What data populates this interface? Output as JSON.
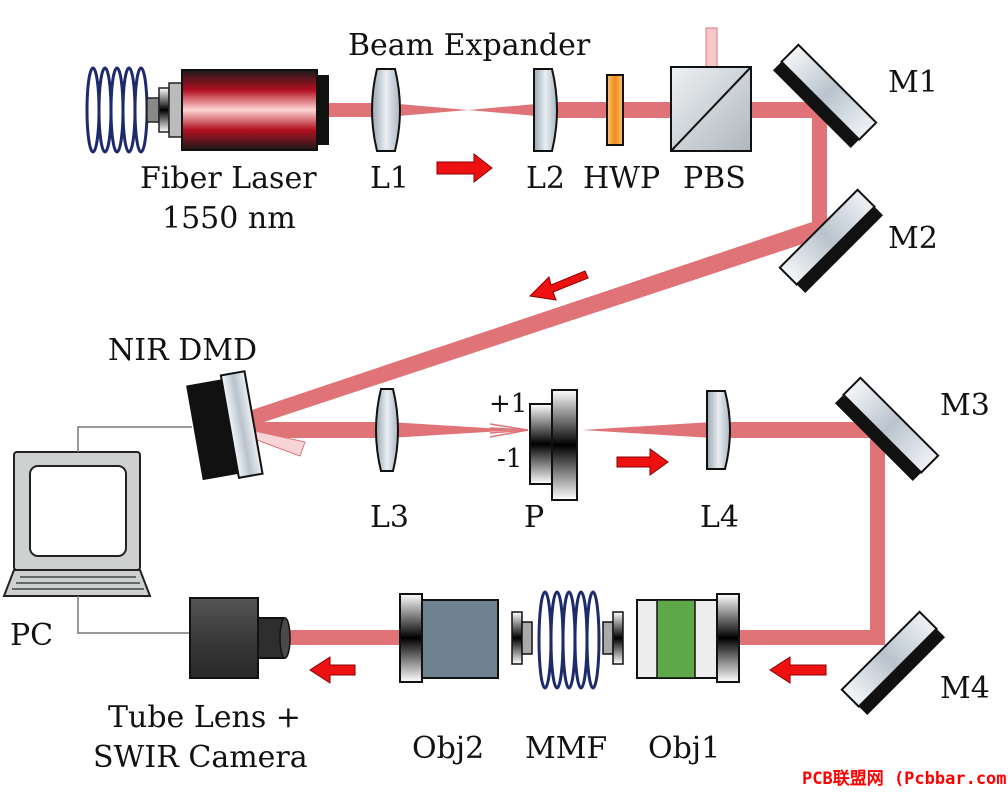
{
  "labels": {
    "beam_expander": "Beam Expander",
    "fiber_laser_line1": "Fiber Laser",
    "fiber_laser_line2": "1550 nm",
    "l1": "L1",
    "l2": "L2",
    "hwp": "HWP",
    "pbs": "PBS",
    "m1": "M1",
    "m2": "M2",
    "m3": "M3",
    "m4": "M4",
    "nir_dmd": "NIR DMD",
    "l3": "L3",
    "p": "P",
    "l4": "L4",
    "plus_one": "+1",
    "minus_one": "-1",
    "pc": "PC",
    "camera_line1": "Tube Lens +",
    "camera_line2": "SWIR Camera",
    "obj2": "Obj2",
    "mmf": "MMF",
    "obj1": "Obj1"
  },
  "watermark": "PCB联盟网 (Pcbbar.com)",
  "colors": {
    "beam": "#e07378",
    "arrow": "#ee1111",
    "mirror_face": "#cfd6de",
    "mirror_back": "#111111",
    "laser_red": "#c8202a",
    "hwp": "#f2a23a",
    "fiber": "#1d2a6b",
    "obj2": "#6f8391",
    "obj1_green": "#5ea849",
    "camera": "#3f3f3f"
  }
}
